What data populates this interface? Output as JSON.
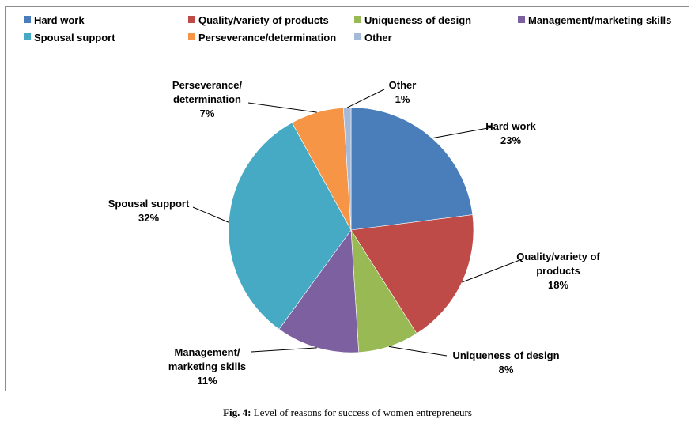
{
  "chart_data": {
    "type": "pie",
    "categories": [
      "Hard work",
      "Quality/variety of products",
      "Uniqueness of design",
      "Management/marketing skills",
      "Spousal support",
      "Perseverance/determination",
      "Other"
    ],
    "values": [
      23,
      18,
      8,
      11,
      32,
      7,
      1
    ],
    "unit": "%",
    "colors": [
      "#4a7ebb",
      "#be4b48",
      "#98b954",
      "#7d60a0",
      "#46aac5",
      "#f69545",
      "#a5b9d9"
    ],
    "legend": {
      "placement": "top",
      "entries": [
        "Hard work",
        "Quality/variety of products",
        "Uniqueness of design",
        "Management/marketing skills",
        "Spousal support",
        "Perseverance/determination",
        "Other"
      ]
    },
    "data_labels": [
      {
        "lines": [
          "Hard work",
          "23%"
        ]
      },
      {
        "lines": [
          "Quality/variety of",
          "products",
          "18%"
        ]
      },
      {
        "lines": [
          "Uniqueness of design",
          "8%"
        ]
      },
      {
        "lines": [
          "Management/",
          "marketing skills",
          "11%"
        ]
      },
      {
        "lines": [
          "Spousal support",
          "32%"
        ]
      },
      {
        "lines": [
          "Perseverance/",
          "determination",
          "7%"
        ]
      },
      {
        "lines": [
          "Other",
          "1%"
        ]
      }
    ]
  },
  "caption": {
    "prefix": "Fig. 4:",
    "text": " Level of reasons for success of women entrepreneurs"
  }
}
